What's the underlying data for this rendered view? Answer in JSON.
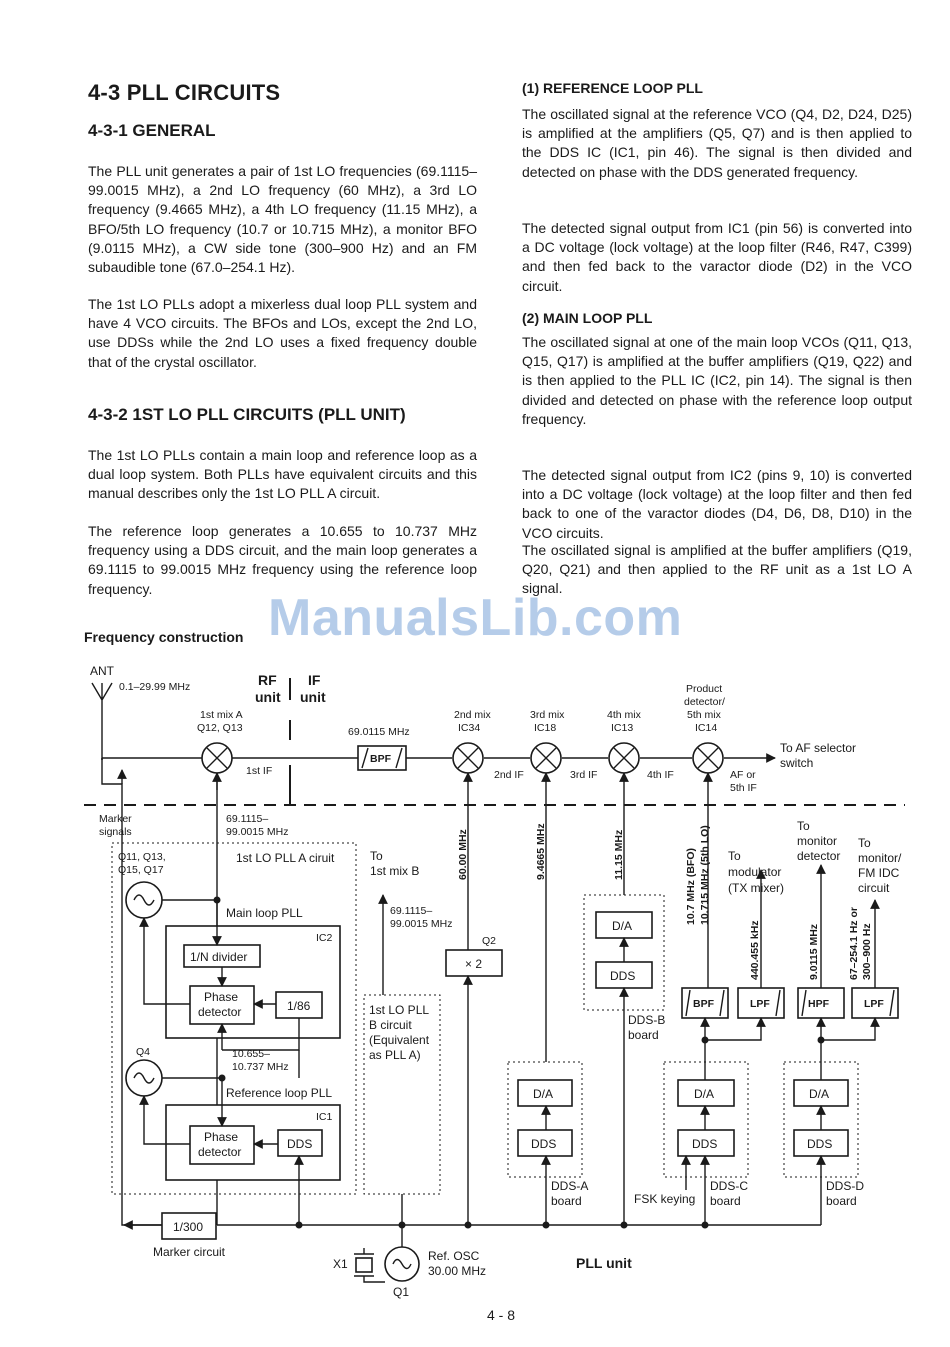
{
  "headings": {
    "section": "4-3 PLL CIRCUITS",
    "general": "4-3-1 GENERAL",
    "lo_pll": "4-3-2 1ST LO PLL CIRCUITS (PLL UNIT)",
    "ref_loop": "(1) REFERENCE LOOP PLL",
    "main_loop": "(2) MAIN LOOP PLL"
  },
  "paragraphs": {
    "general_1": "The PLL unit generates a pair of 1st LO frequencies (69.1115–99.0015 MHz), a 2nd LO frequency (60 MHz), a 3rd LO frequency (9.4665 MHz), a 4th LO frequency (11.15 MHz), a BFO/5th LO frequency (10.7 or 10.715 MHz), a monitor BFO (9.0115 MHz), a CW side tone (300–900 Hz) and an FM subaudible tone (67.0–254.1 Hz).",
    "general_2": "The 1st LO PLLs adopt a mixerless dual loop PLL system and have 4 VCO circuits. The BFOs and LOs, except the 2nd LO, use DDSs while the 2nd LO uses a fixed frequency double that of the crystal oscillator.",
    "lo_1": "The 1st LO PLLs contain a main loop and reference loop as a dual loop system. Both PLLs have equivalent circuits and this manual describes only the 1st LO PLL A circuit.",
    "lo_2": "The reference loop generates a 10.655 to 10.737 MHz frequency using a DDS circuit, and the main loop generates a 69.1115 to 99.0015 MHz frequency using the reference loop frequency.",
    "ref_1": "The oscillated signal at the reference VCO (Q4, D2, D24, D25) is amplified at the amplifiers (Q5, Q7) and is then applied to the DDS IC (IC1, pin 46). The signal is then divided and detected on phase with the DDS generated frequency.",
    "ref_2": "The detected signal output from IC1 (pin 56) is converted into a DC voltage (lock voltage) at the loop filter (R46, R47, C399) and then fed back to the varactor diode (D2) in the VCO circuit.",
    "main_1": "The oscillated signal at one of the main loop VCOs (Q11, Q13, Q15, Q17) is amplified at the buffer amplifiers (Q19, Q22) and is then applied to the PLL IC (IC2, pin 14). The signal is then divided and detected on phase with the reference loop output frequency.",
    "main_2": "The detected signal output from IC2 (pins 9, 10) is converted into a DC voltage (lock voltage) at the loop filter and then fed back to one of the varactor diodes (D4, D6, D8, D10) in the VCO circuits.",
    "main_3": "The oscillated signal is amplified at the buffer amplifiers (Q19, Q20, Q21) and then applied to the RF unit as a 1st LO A signal."
  },
  "watermark": "ManualsLib.com",
  "diagram": {
    "caption": "Frequency construction",
    "ant": "ANT",
    "ant_range": "0.1–29.99 MHz",
    "rf": "RF",
    "unit": "unit",
    "if": "IF",
    "mix1": [
      "1st mix A",
      "Q12, Q13"
    ],
    "first_if": "1st IF",
    "if_freq": "69.0115 MHz",
    "bpf": "BPF",
    "mix2": [
      "2nd mix",
      "IC34"
    ],
    "mix3": [
      "3rd mix",
      "IC18"
    ],
    "mix4": [
      "4th mix",
      "IC13"
    ],
    "mix5": [
      "Product",
      "detector/",
      "5th mix",
      "IC14"
    ],
    "second_if": "2nd IF",
    "third_if": "3rd IF",
    "fourth_if": "4th IF",
    "af_if": [
      "AF or",
      "5th IF"
    ],
    "to_af": [
      "To AF selector",
      "switch"
    ],
    "marker_signals": [
      "Marker",
      "signals"
    ],
    "lo_freq": [
      "69.1115–",
      "99.0015 MHz"
    ],
    "vco_main": [
      "Q11, Q13,",
      "Q15, Q17"
    ],
    "pll_a": "1st LO PLL A ciruit",
    "to_mix_b": [
      "To",
      "1st mix B"
    ],
    "lo_freq_b": [
      "69.1115–",
      "99.0015 MHz"
    ],
    "main_loop_pll": "Main loop PLL",
    "ic2": "IC2",
    "divider": "1/N divider",
    "phase_detector": [
      "Phase",
      "detector"
    ],
    "div86": "1/86",
    "q4": "Q4",
    "ref_freq": [
      "10.655–",
      "10.737 MHz"
    ],
    "ref_loop_pll": "Reference loop PLL",
    "ic1": "IC1",
    "dds": "DDS",
    "da": "D/A",
    "pll_b": [
      "1st LO PLL",
      "B circuit",
      "(Equivalent",
      "as PLL A)"
    ],
    "f_60": "60.00 MHz",
    "q2": "Q2",
    "x2": "× 2",
    "f_9466": "9.4665 MHz",
    "f_1115": "11.15 MHz",
    "f_bfo": [
      "10.7 MHz (BFO)",
      "10.715 MHz (5th LO)"
    ],
    "dds_b": [
      "DDS-B",
      "board"
    ],
    "dds_a": [
      "DDS-A",
      "board"
    ],
    "dds_c": [
      "DDS-C",
      "board"
    ],
    "dds_d": [
      "DDS-D",
      "board"
    ],
    "fsk": "FSK keying",
    "to_modulator": [
      "To",
      "modulator",
      "(TX mixer)"
    ],
    "to_monitor_det": [
      "To",
      "monitor",
      "detector"
    ],
    "to_monitor_fm": [
      "To",
      "monitor/",
      "FM IDC",
      "circuit"
    ],
    "f_440": "440.455 kHz",
    "f_9011": "9.0115 MHz",
    "f_tone": [
      "67–254.1 Hz or",
      "300–900 Hz"
    ],
    "lpf": "LPF",
    "hpf": "HPF",
    "div300": "1/300",
    "marker_circuit": "Marker circuit",
    "x1": "X1",
    "ref_osc": [
      "Ref. OSC",
      "30.00 MHz"
    ],
    "q1": "Q1",
    "pll_unit": "PLL unit"
  },
  "page_number": "4 - 8"
}
